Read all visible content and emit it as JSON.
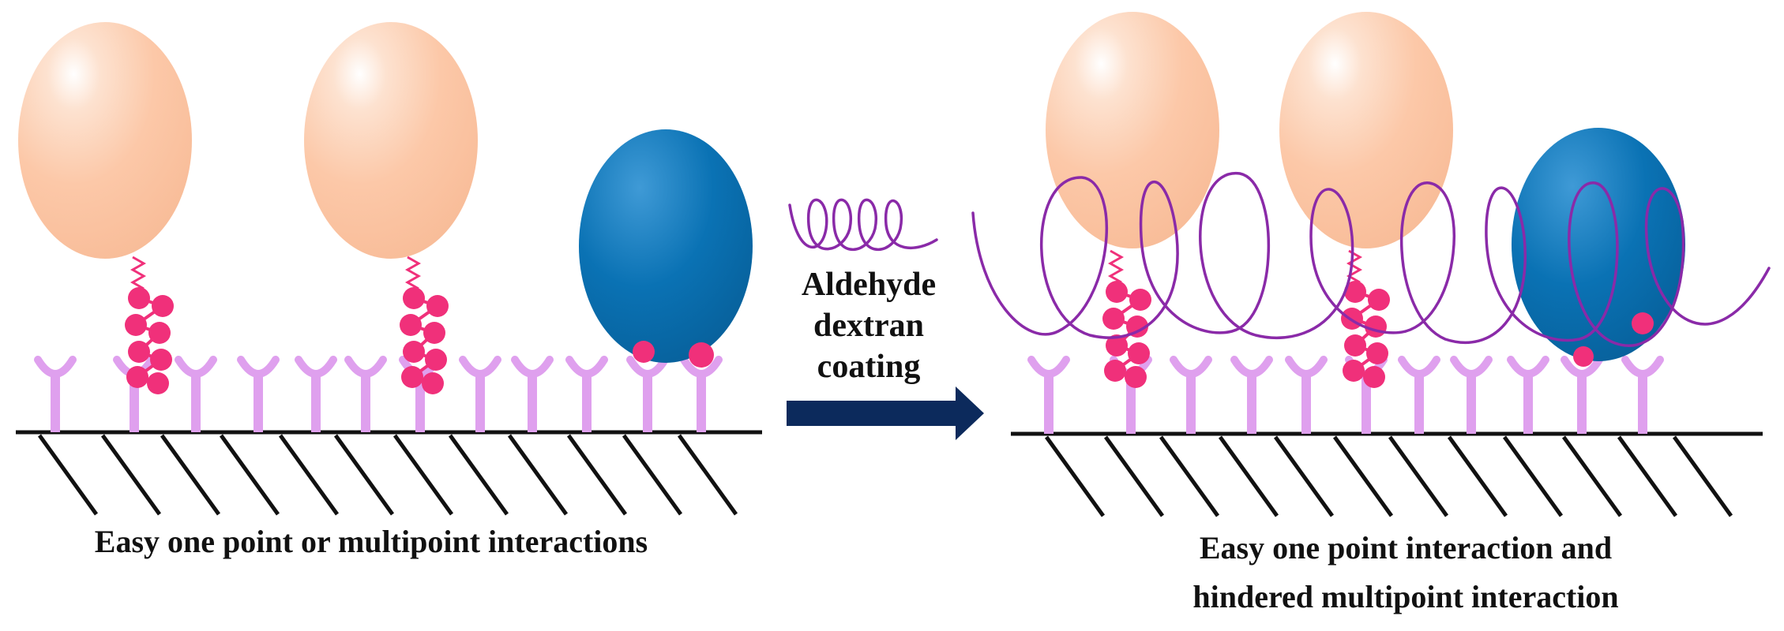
{
  "left_panel": {
    "caption": "Easy one point or multipoint interactions"
  },
  "center": {
    "label_lines": [
      "Aldehyde",
      "dextran",
      "coating"
    ]
  },
  "right_panel": {
    "caption_lines": [
      "Easy one point interaction and",
      "hindered multipoint interaction"
    ]
  },
  "colors": {
    "tan_protein": "#fcc8a8",
    "blue_protein": "#0a72b4",
    "receptor": "#dfa0ee",
    "ligand_beads": "#f0307a",
    "dextran": "#8a2aa8",
    "arrow": "#0c2a5c",
    "surface": "#111111"
  },
  "icons": [
    "protein-ellipse",
    "receptor-y-shape",
    "bead-chain",
    "dextran-coil",
    "arrow-right"
  ]
}
